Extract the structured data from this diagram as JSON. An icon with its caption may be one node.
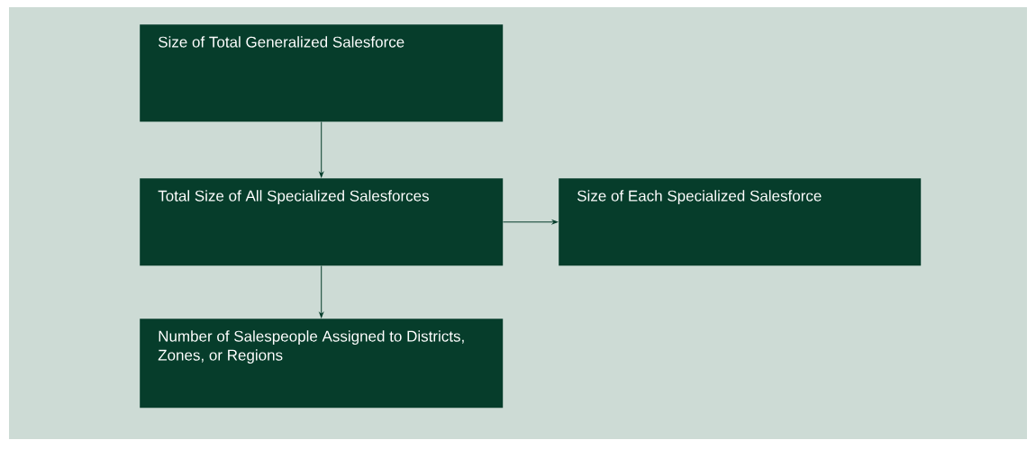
{
  "diagram": {
    "nodes": [
      {
        "text": [
          "Size of Total Generalized Salesforce"
        ]
      },
      {
        "text": [
          "Total Size of All Specialized Salesforces"
        ]
      },
      {
        "text": [
          "Size of Each Specialized Salesforce"
        ]
      },
      {
        "text": [
          "Number of Salespeople Assigned to Districts, Zones, or Regions"
        ]
      }
    ],
    "edges": [
      {
        "from": 0,
        "to": 1,
        "arrow": "to"
      },
      {
        "from": 1,
        "to": 2,
        "arrow": "to"
      },
      {
        "from": 1,
        "to": 3,
        "arrow": "to"
      }
    ]
  }
}
